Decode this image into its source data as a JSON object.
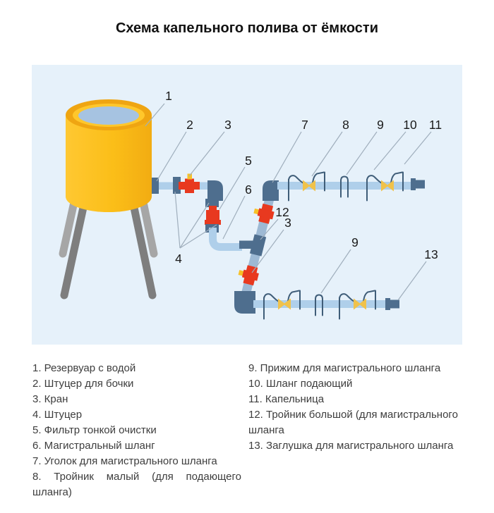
{
  "title": "Схема капельного полива от ёмкости",
  "diagram": {
    "callouts": [
      "1",
      "2",
      "3",
      "4",
      "5",
      "6",
      "7",
      "8",
      "9",
      "10",
      "11",
      "12",
      "3",
      "9",
      "13"
    ],
    "colors": {
      "panel_bg": "#E6F1FA",
      "barrel_yellow": "#FBBE18",
      "barrel_rim": "#EFA512",
      "water_blue": "#A6C3E1",
      "pipe_light": "#AFCFEA",
      "pipe_grey": "#9DB9D4",
      "fitting_slate": "#4E6E8E",
      "valve_red": "#E8391F",
      "handle_yellow": "#F7C128",
      "tee_yellow": "#F0C24B",
      "hose_dark": "#3F5D78",
      "leg_dark": "#7E7E7E",
      "leg_light": "#A6A6A6",
      "leader_grey": "#9FAEBC",
      "label_text": "#1A1A1A"
    }
  },
  "legend": {
    "left": [
      "1. Резервуар с водой",
      "2. Штуцер для бочки",
      "3. Кран",
      "4. Штуцер",
      "5. Фильтр тонкой очистки",
      "6. Магистральный шланг",
      "7. Уголок для магистрального шланга",
      "8. Тройник малый (для подающего шланга)"
    ],
    "right": [
      "9. Прижим для магистрального шланга",
      "10. Шланг подающий",
      "11. Капельница",
      "12. Тройник большой (для магистрального шланга",
      "13. Заглушка для магистрального шланга"
    ]
  }
}
